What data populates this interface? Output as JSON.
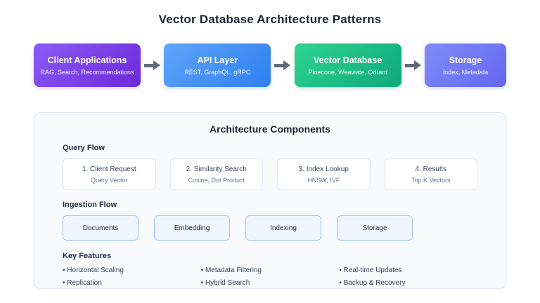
{
  "title": "Vector Database Architecture Patterns",
  "pipeline": {
    "arrow_color": "#5f6b7a",
    "nodes": [
      {
        "label": "Client Applications",
        "subtitle": "RAG, Search, Recommendations",
        "color": "#7c3aed"
      },
      {
        "label": "API Layer",
        "subtitle": "REST, GraphQL, gRPC",
        "color": "#3b82f6"
      },
      {
        "label": "Vector Database",
        "subtitle": "Pinecone, Weaviate, Qdrant",
        "color": "#10b981"
      },
      {
        "label": "Storage",
        "subtitle": "Index, Metadata",
        "color": "#6366f1"
      }
    ]
  },
  "components": {
    "title": "Architecture Components",
    "query_flow": {
      "heading": "Query Flow",
      "steps": [
        {
          "title": "1. Client Request",
          "subtitle": "Query Vector"
        },
        {
          "title": "2. Similarity Search",
          "subtitle": "Cosine, Dot Product"
        },
        {
          "title": "3. Index Lookup",
          "subtitle": "HNSW, IVF"
        },
        {
          "title": "4. Results",
          "subtitle": "Top K Vectors"
        }
      ]
    },
    "ingestion_flow": {
      "heading": "Ingestion Flow",
      "steps": [
        {
          "label": "Documents"
        },
        {
          "label": "Embedding"
        },
        {
          "label": "Indexing"
        },
        {
          "label": "Storage"
        }
      ],
      "card_bg": "#eff6ff",
      "card_border": "#9ec5f2"
    },
    "key_features": {
      "heading": "Key Features",
      "columns": [
        [
          "• Horizontal Scaling",
          "• Replication"
        ],
        [
          "• Metadata Filtering",
          "• Hybrid Search"
        ],
        [
          "• Real-time Updates",
          "• Backup & Recovery"
        ]
      ]
    }
  }
}
